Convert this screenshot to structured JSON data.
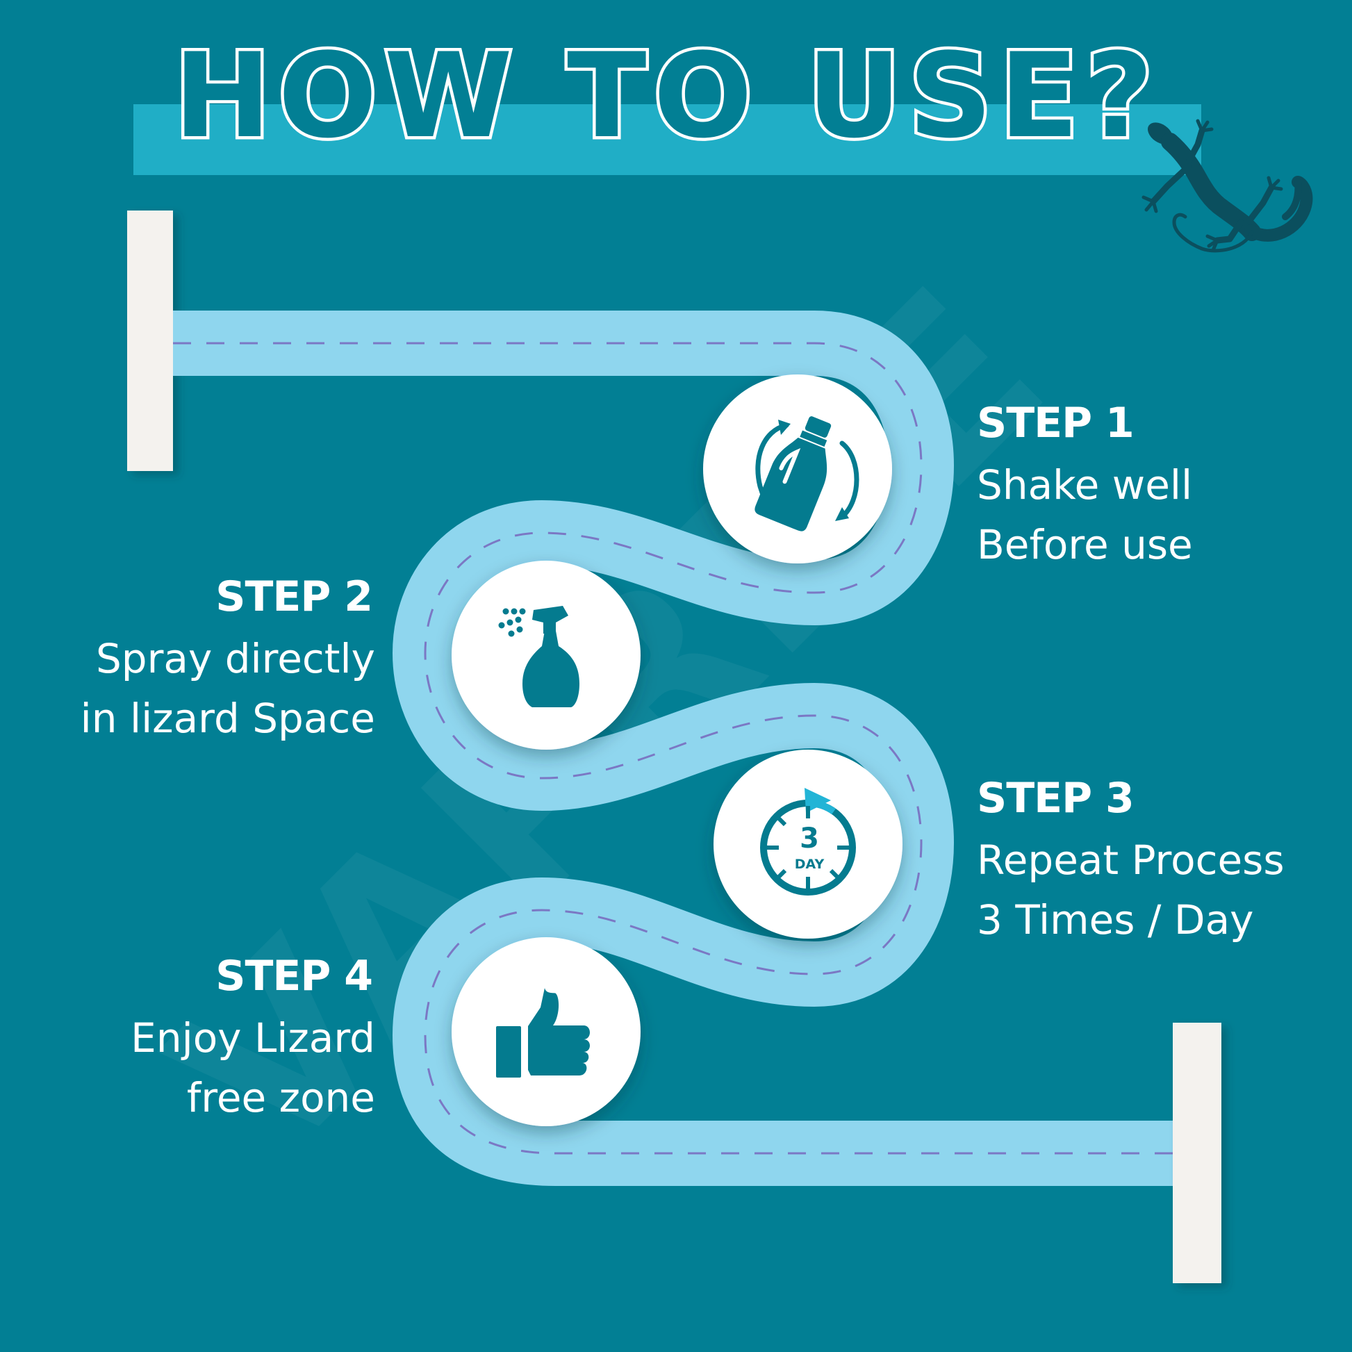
{
  "header": {
    "title": "HOW TO USE?"
  },
  "watermark": "VAPRME",
  "steps": [
    {
      "label": "STEP 1",
      "line1": "Shake well",
      "line2": "Before use",
      "icon": "shake-bottle-icon"
    },
    {
      "label": "STEP 2",
      "line1": "Spray directly",
      "line2": "in lizard Space",
      "icon": "spray-bottle-icon"
    },
    {
      "label": "STEP 3",
      "line1": "Repeat Process",
      "line2": "3 Times / Day",
      "icon": "timer-3-day-icon",
      "icon_number": "3",
      "icon_unit": "DAY"
    },
    {
      "label": "STEP 4",
      "line1": "Enjoy Lizard",
      "line2": "free zone",
      "icon": "thumbs-up-icon"
    }
  ],
  "colors": {
    "background": "#027f94",
    "title_band": "#20aec6",
    "road": "#8fd6ee",
    "road_dash": "#7b78c4",
    "post": "#f4f2ee",
    "icon": "#047b8f",
    "icon_accent": "#22b4d6",
    "lizard": "#0b4f5e"
  }
}
